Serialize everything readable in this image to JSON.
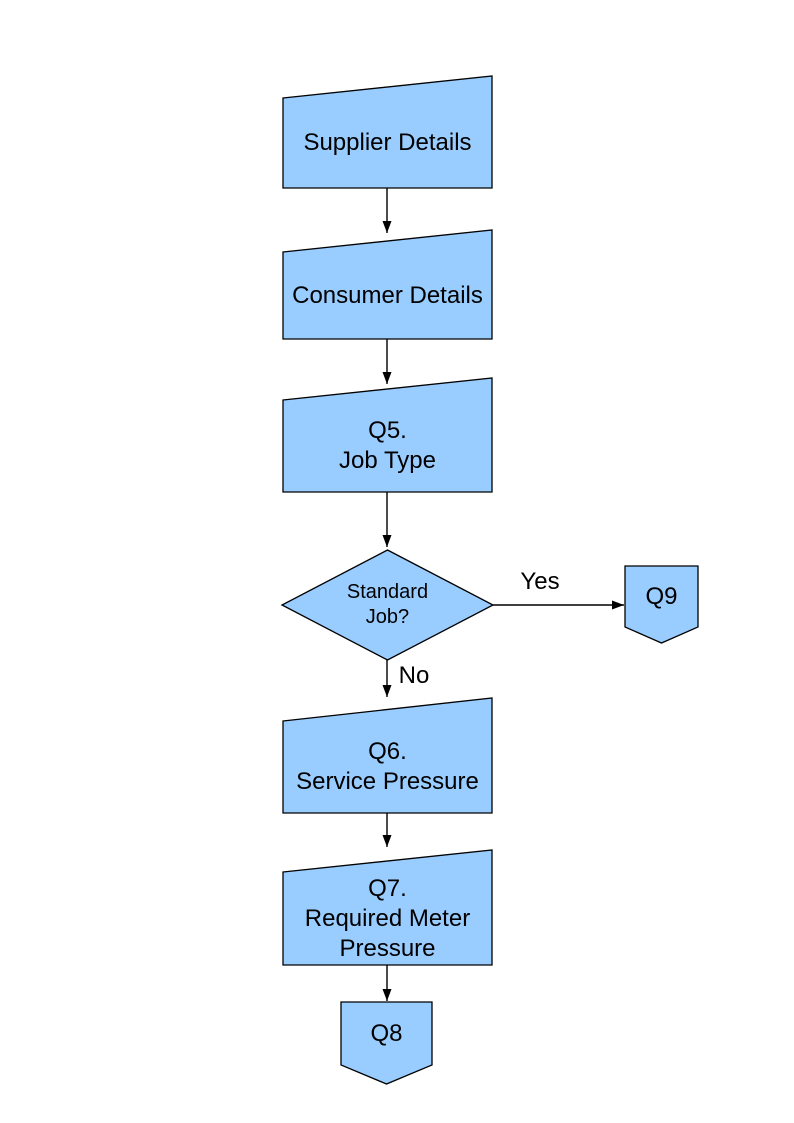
{
  "page": {
    "background": "#FFFFFF"
  },
  "colors": {
    "shape_fill": "#99CCFF",
    "shape_border": "#000000",
    "connector": "#000000",
    "text": "#000000"
  },
  "flowchart": {
    "nodes": [
      {
        "id": "supplier-details",
        "shape": "manual-input",
        "label": "Supplier Details"
      },
      {
        "id": "consumer-details",
        "shape": "manual-input",
        "label": "Consumer Details"
      },
      {
        "id": "q5-job-type",
        "shape": "manual-input",
        "label": "Q5.\nJob Type"
      },
      {
        "id": "standard-job-decision",
        "shape": "decision",
        "label": "Standard\nJob?"
      },
      {
        "id": "q9-offpage-connector",
        "shape": "off-page-connector",
        "label": "Q9"
      },
      {
        "id": "q6-service-pressure",
        "shape": "manual-input",
        "label": "Q6.\nService Pressure"
      },
      {
        "id": "q7-required-meter-pressure",
        "shape": "manual-input",
        "label": "Q7.\nRequired Meter\nPressure"
      },
      {
        "id": "q8-offpage-connector",
        "shape": "off-page-connector",
        "label": "Q8"
      }
    ],
    "edge_labels": {
      "yes": "Yes",
      "no": "No"
    }
  }
}
